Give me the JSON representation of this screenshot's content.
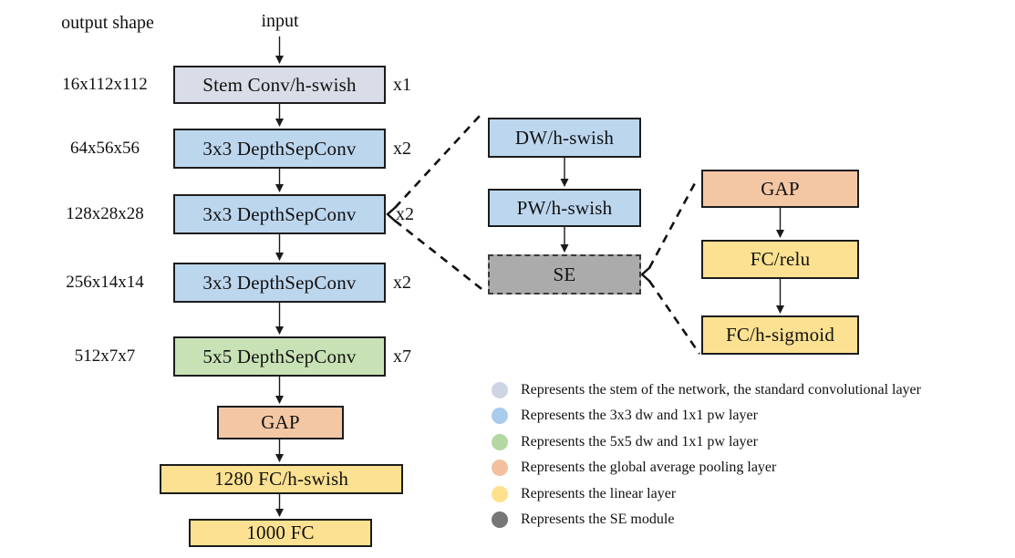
{
  "header": {
    "output_shape_label": "output shape",
    "input_label": "input"
  },
  "network": {
    "stages": [
      {
        "output_shape": "16x112x112",
        "label": "Stem Conv/h-swish",
        "multiplier": "x1"
      },
      {
        "output_shape": "64x56x56",
        "label": "3x3 DepthSepConv",
        "multiplier": "x2"
      },
      {
        "output_shape": "128x28x28",
        "label": "3x3 DepthSepConv",
        "multiplier": "x2"
      },
      {
        "output_shape": "256x14x14",
        "label": "3x3 DepthSepConv",
        "multiplier": "x2"
      },
      {
        "output_shape": "512x7x7",
        "label": "5x5 DepthSepConv",
        "multiplier": "x7"
      }
    ],
    "head": [
      {
        "label": "GAP"
      },
      {
        "label": "1280 FC/h-swish"
      },
      {
        "label": "1000 FC"
      }
    ]
  },
  "depthsep_detail": {
    "blocks": [
      {
        "label": "DW/h-swish"
      },
      {
        "label": "PW/h-swish"
      },
      {
        "label": "SE"
      }
    ]
  },
  "se_detail": {
    "blocks": [
      {
        "label": "GAP"
      },
      {
        "label": "FC/relu"
      },
      {
        "label": "FC/h-sigmoid"
      }
    ]
  },
  "colors": {
    "stem": "#d9dde7",
    "depthsep3": "#bcd6ee",
    "depthsep5": "#c8e2b5",
    "gap": "#f4c7a4",
    "linear": "#fbe191",
    "se": "#ababab",
    "border": "#1c1c1c"
  },
  "legend": {
    "items": [
      {
        "swatch": "#cdd4e2",
        "text": "Represents the stem of the network, the standard convolutional layer"
      },
      {
        "swatch": "#a9cbec",
        "text": "Represents the 3x3 dw and 1x1 pw layer"
      },
      {
        "swatch": "#b3d8a2",
        "text": "Represents the 5x5 dw and 1x1 pw layer"
      },
      {
        "swatch": "#f4bf9e",
        "text": "Represents the global average pooling layer"
      },
      {
        "swatch": "#ffe08c",
        "text": "Represents the linear layer"
      },
      {
        "swatch": "#777777",
        "text": "Represents the SE module"
      }
    ]
  }
}
